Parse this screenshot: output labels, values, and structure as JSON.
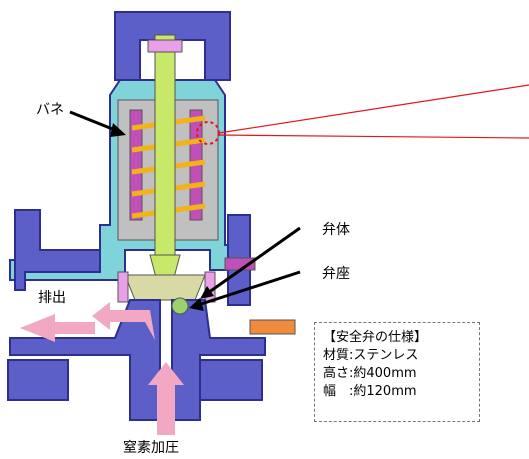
{
  "labels": {
    "spring": "バネ",
    "valve_body": "弁体",
    "valve_seat": "弁座",
    "exhaust": "排出",
    "nitrogen_pressure": "窒素加圧"
  },
  "spec": {
    "title": "【安全弁の仕様】",
    "material": "材質:ステンレス",
    "height": "高さ:約400mm",
    "width": "幅　:約120mm"
  },
  "colors": {
    "casing": "#5b5fc7",
    "casing_dark": "#2d2f8f",
    "inner_body": "#7fd3d9",
    "stem": "#c8e86a",
    "spring": "#f2b21a",
    "pink_parts": "#e9a0e8",
    "flow_arrow": "#f2a7c3",
    "valve_disc": "#d9d9a6",
    "seat": "#9ad36b",
    "bolt": "#f08a3c",
    "callout_line": "#e8141c"
  }
}
